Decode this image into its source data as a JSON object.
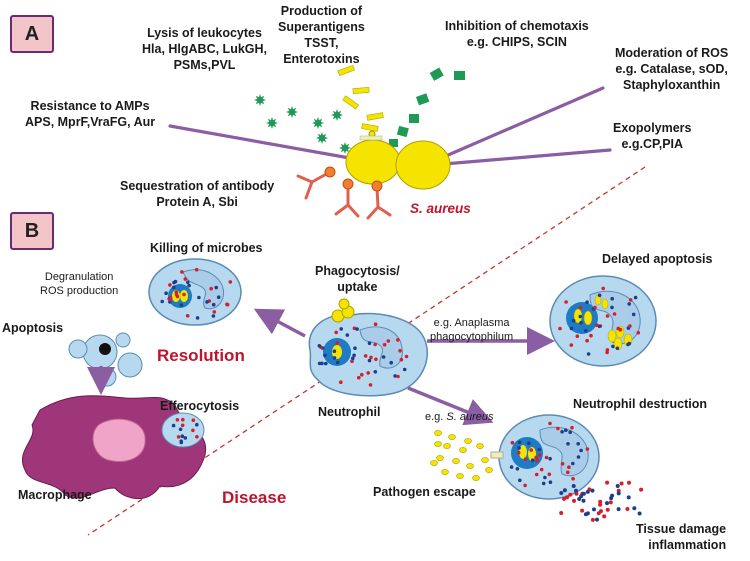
{
  "panels": {
    "a": "A",
    "b": "B"
  },
  "panel_a": {
    "lysis": [
      "Lysis of leukocytes",
      "Hla, HlgABC, LukGH,",
      "PSMs,PVL"
    ],
    "superantigens": [
      "Production of",
      "Superantigens",
      "TSST,",
      "Enterotoxins"
    ],
    "chemotaxis": [
      "Inhibition of chemotaxis",
      "e.g. CHIPS, SCIN"
    ],
    "ros": [
      "Moderation of ROS",
      "e.g. Catalase, sOD,",
      "Staphyloxanthin"
    ],
    "amps": [
      "Resistance to AMPs",
      "APS, MprF,VraFG, Aur"
    ],
    "exopolymers": [
      "Exopolymers",
      "e.g.CP,PIA"
    ],
    "antibody": [
      "Sequestration of antibody",
      "Protein A, Sbi"
    ],
    "organism": "S. aureus"
  },
  "panel_b": {
    "killing": "Killing of microbes",
    "degranulation": [
      "Degranulation",
      "ROS production"
    ],
    "apoptosis": "Apoptosis",
    "resolution": "Resolution",
    "efferocytosis": "Efferocytosis",
    "macrophage": "Macrophage",
    "phagocytosis": [
      "Phagocytosis/",
      "uptake"
    ],
    "neutrophil": "Neutrophil",
    "delayed": "Delayed apoptosis",
    "anaplasma": [
      "e.g. Anaplasma",
      "phagocytophilum"
    ],
    "destruction": "Neutrophil destruction",
    "eg_saureus_prefix": "e.g. ",
    "eg_saureus_name": "S. aureus",
    "escape": "Pathogen escape",
    "disease": "Disease",
    "tissue": [
      "Tissue damage",
      "inflammation"
    ]
  },
  "colors": {
    "purple_line": "#8b5ea3",
    "cell_fill": "#b7d9f0",
    "bacteria": "#f5e400",
    "red_text": "#c0142c",
    "green_toxin": "#1f9a55",
    "badge_fill": "#f3c5c8"
  }
}
